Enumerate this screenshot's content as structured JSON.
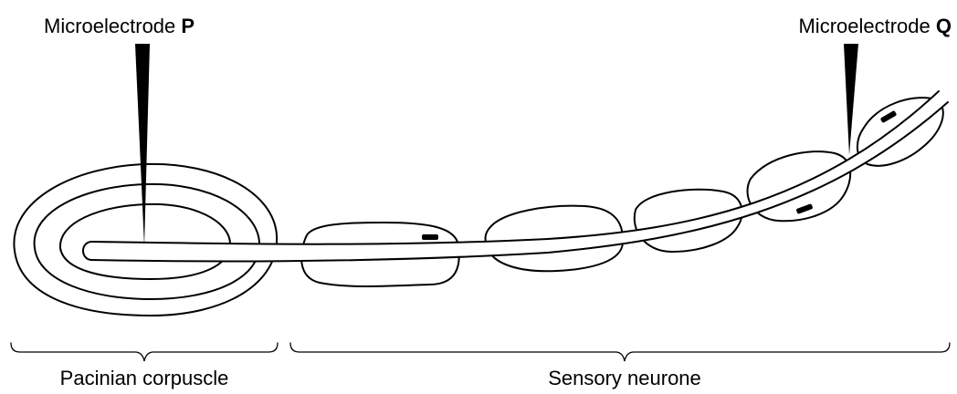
{
  "labels": {
    "microelectrode_p": {
      "text": "Microelectrode ",
      "letter": "P"
    },
    "microelectrode_q": {
      "text": "Microelectrode ",
      "letter": "Q"
    },
    "pacinian_corpuscle": "Pacinian corpuscle",
    "sensory_neurone": "Sensory neurone"
  },
  "colors": {
    "ink": "#000000",
    "background": "#ffffff"
  }
}
